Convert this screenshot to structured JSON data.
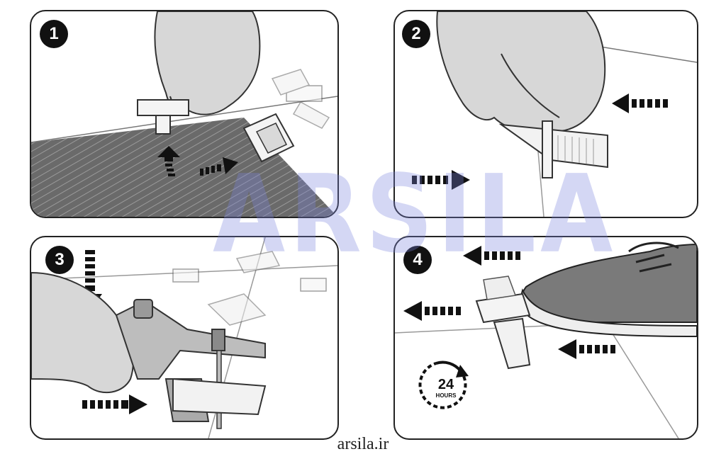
{
  "steps": [
    {
      "number": "1"
    },
    {
      "number": "2"
    },
    {
      "number": "3"
    },
    {
      "number": "4"
    }
  ],
  "timer": {
    "value": "24",
    "unit": "HOURS",
    "icon": "clock-24h-icon"
  },
  "watermark": {
    "text": "ARSILA"
  },
  "footer": {
    "site": "arsila.ir"
  },
  "colors": {
    "outline": "#222222",
    "watermark": "#7882dc",
    "background": "#ffffff"
  }
}
